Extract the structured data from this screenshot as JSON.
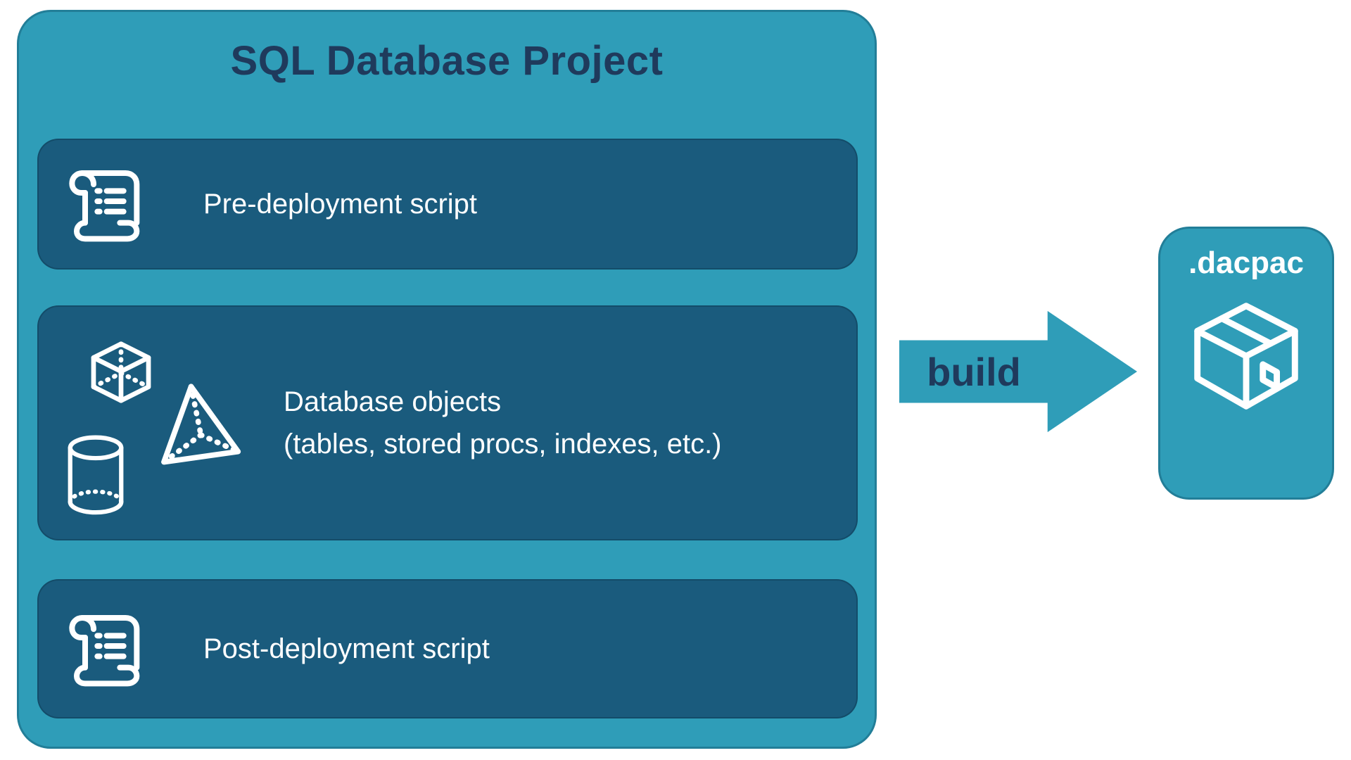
{
  "project": {
    "title": "SQL Database Project",
    "pre_deployment": {
      "label": "Pre-deployment script"
    },
    "database_objects": {
      "line1": "Database objects",
      "line2": "(tables, stored procs, indexes, etc.)"
    },
    "post_deployment": {
      "label": "Post-deployment script"
    }
  },
  "build_arrow": {
    "label": "build"
  },
  "dacpac": {
    "label": ".dacpac"
  },
  "colors": {
    "teal": "#2F9DB8",
    "panel": "#1A5B7D",
    "navy": "#1F3A5C",
    "icon": "#FFFFFF"
  }
}
